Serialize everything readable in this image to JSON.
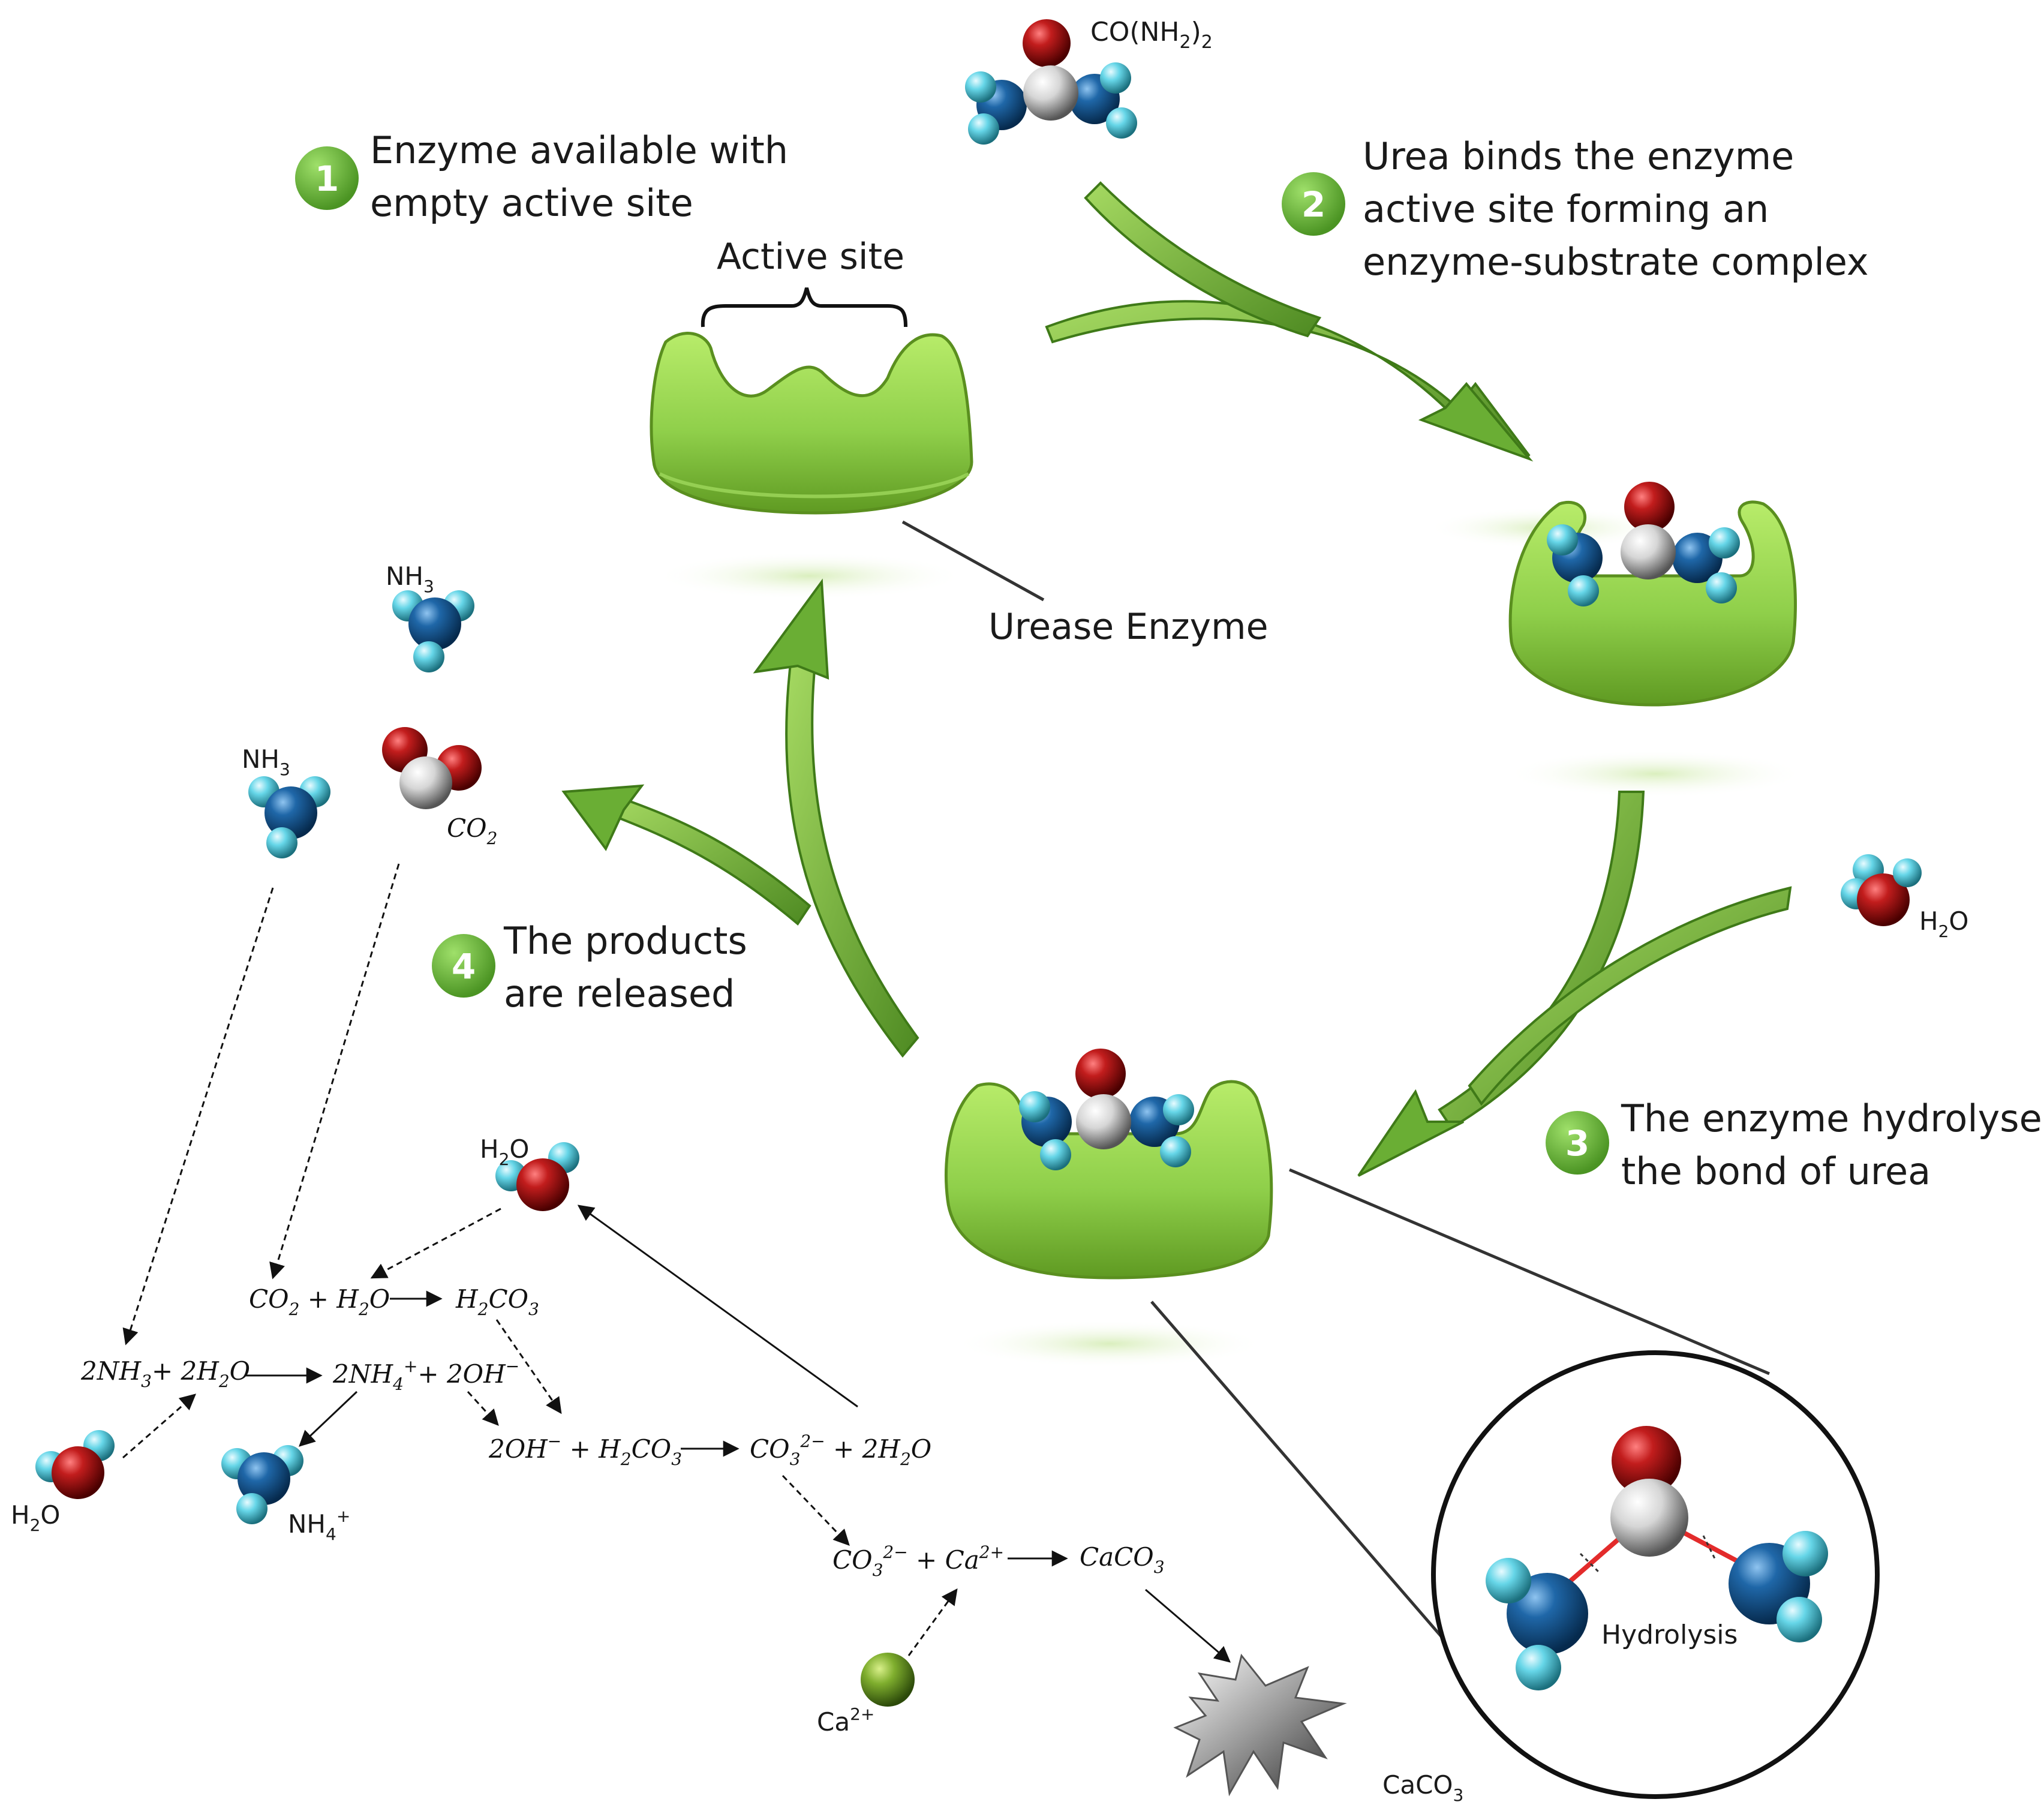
{
  "steps": [
    {
      "number": "1",
      "line1": "Enzyme available with",
      "line2": "empty active site"
    },
    {
      "number": "2",
      "line1": "Urea binds the enzyme",
      "line2": "active site forming an",
      "line3": "enzyme-substrate complex"
    },
    {
      "number": "3",
      "line1": "The enzyme hydrolyses",
      "line2": "the bond of urea"
    },
    {
      "number": "4",
      "line1": "The products",
      "line2": "are released"
    }
  ],
  "labels": {
    "active_site": "Active site",
    "urease_enzyme": "Urease Enzyme",
    "hydrolysis": "Hydrolysis"
  },
  "molecules": {
    "urea": {
      "main": "CO(NH",
      "sub": "2",
      "tail": ")",
      "tail_sub": "2"
    },
    "water_right": {
      "main": "H",
      "sub": "2",
      "tail": "O"
    },
    "water_top": {
      "main": "H",
      "sub": "2",
      "tail": "O"
    },
    "water_left": {
      "main": "H",
      "sub": "2",
      "tail": "O"
    },
    "nh3_top": {
      "main": "NH",
      "sub": "3"
    },
    "nh3_mid": {
      "main": "NH",
      "sub": "3"
    },
    "co2": {
      "main": "CO",
      "sub": "2"
    },
    "nh4": {
      "main": "NH",
      "sub": "4",
      "sup": "+"
    },
    "calcium": {
      "main": "Ca",
      "sup": "2+"
    },
    "caco3": {
      "main": "CaCO",
      "sub": "3"
    }
  },
  "equations": {
    "eq1_left": {
      "a": "CO",
      "a_sub": "2",
      "b": " + H",
      "b_sub": "2",
      "c": "O"
    },
    "eq1_right": {
      "a": "H",
      "a_sub": "2",
      "b": "CO",
      "b_sub": "3"
    },
    "eq2_left": {
      "a": "2NH",
      "a_sub": "3",
      "b": "+ 2H",
      "b_sub": "2",
      "c": "O"
    },
    "eq2_right": {
      "a": "2NH",
      "a_sub": "4",
      "a_sup": "+",
      "b": "+ 2OH",
      "b_sup": "−"
    },
    "eq3_left": {
      "a": "2OH",
      "a_sup": "−",
      "b": " + H",
      "b_sub": "2",
      "c": "CO",
      "c_sub": "3"
    },
    "eq3_right": {
      "a": "CO",
      "a_sub": "3",
      "a_sup": "2−",
      "b": " + 2H",
      "b_sub": "2",
      "c": "O"
    },
    "eq4_left": {
      "a": "CO",
      "a_sub": "3",
      "a_sup": "2−",
      "b": " + Ca",
      "b_sup": "2+"
    },
    "eq4_right": {
      "a": "CaCO",
      "a_sub": "3"
    }
  },
  "colors": {
    "enzyme_green": "#8fcf4a",
    "arrow_green": "#5f9e2e",
    "badge_green": "#6ab43f",
    "oxygen": "#b01818",
    "nitrogen": "#1f67a8",
    "hydrogen": "#66d6e8",
    "carbon": "#d8d8d8"
  }
}
